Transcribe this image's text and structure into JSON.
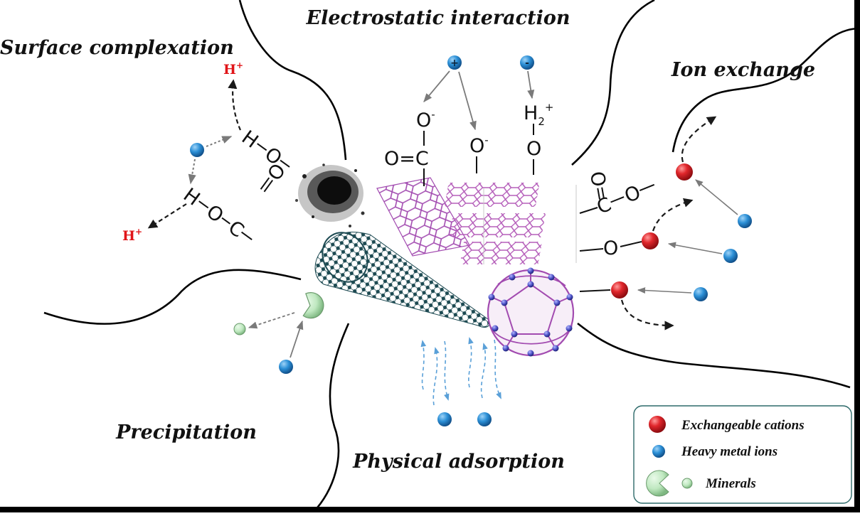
{
  "mechanisms": {
    "surface_complexation": "Surface complexation",
    "electrostatic_interaction": "Electrostatic interaction",
    "ion_exchange": "Ion exchange",
    "precipitation": "Precipitation",
    "physical_adsorption": "Physical adsorption"
  },
  "chemistry": {
    "proton": "H",
    "proton_charge": "+",
    "hydrogen": "H",
    "oxygen": "O",
    "carbon": "C",
    "carbonyl": "O=C",
    "carboxyl_O_minus": "O",
    "minus": "-",
    "h2_label": "H",
    "h2_subscript": "2",
    "plus": "+",
    "cation_sign": "+",
    "anion_sign": "-"
  },
  "legend": {
    "items": [
      {
        "label": "Exchangeable cations",
        "icon": "red-sphere-icon"
      },
      {
        "label": "Heavy metal ions",
        "icon": "blue-sphere-icon"
      },
      {
        "label": "Minerals",
        "icon": "mineral-pacman-icon"
      }
    ]
  },
  "colors": {
    "exchangeable_cation": "#e0262b",
    "heavy_metal_ion": "#2b8fd6",
    "mineral": "#bfe8c0",
    "proton_text": "#e01418",
    "graphene": "#a24bb0",
    "fullerene_node": "#4a4fc4",
    "nanotube": "#1d4a52",
    "adsorption_arrow": "#5aa0d8",
    "frame": "#000000"
  }
}
